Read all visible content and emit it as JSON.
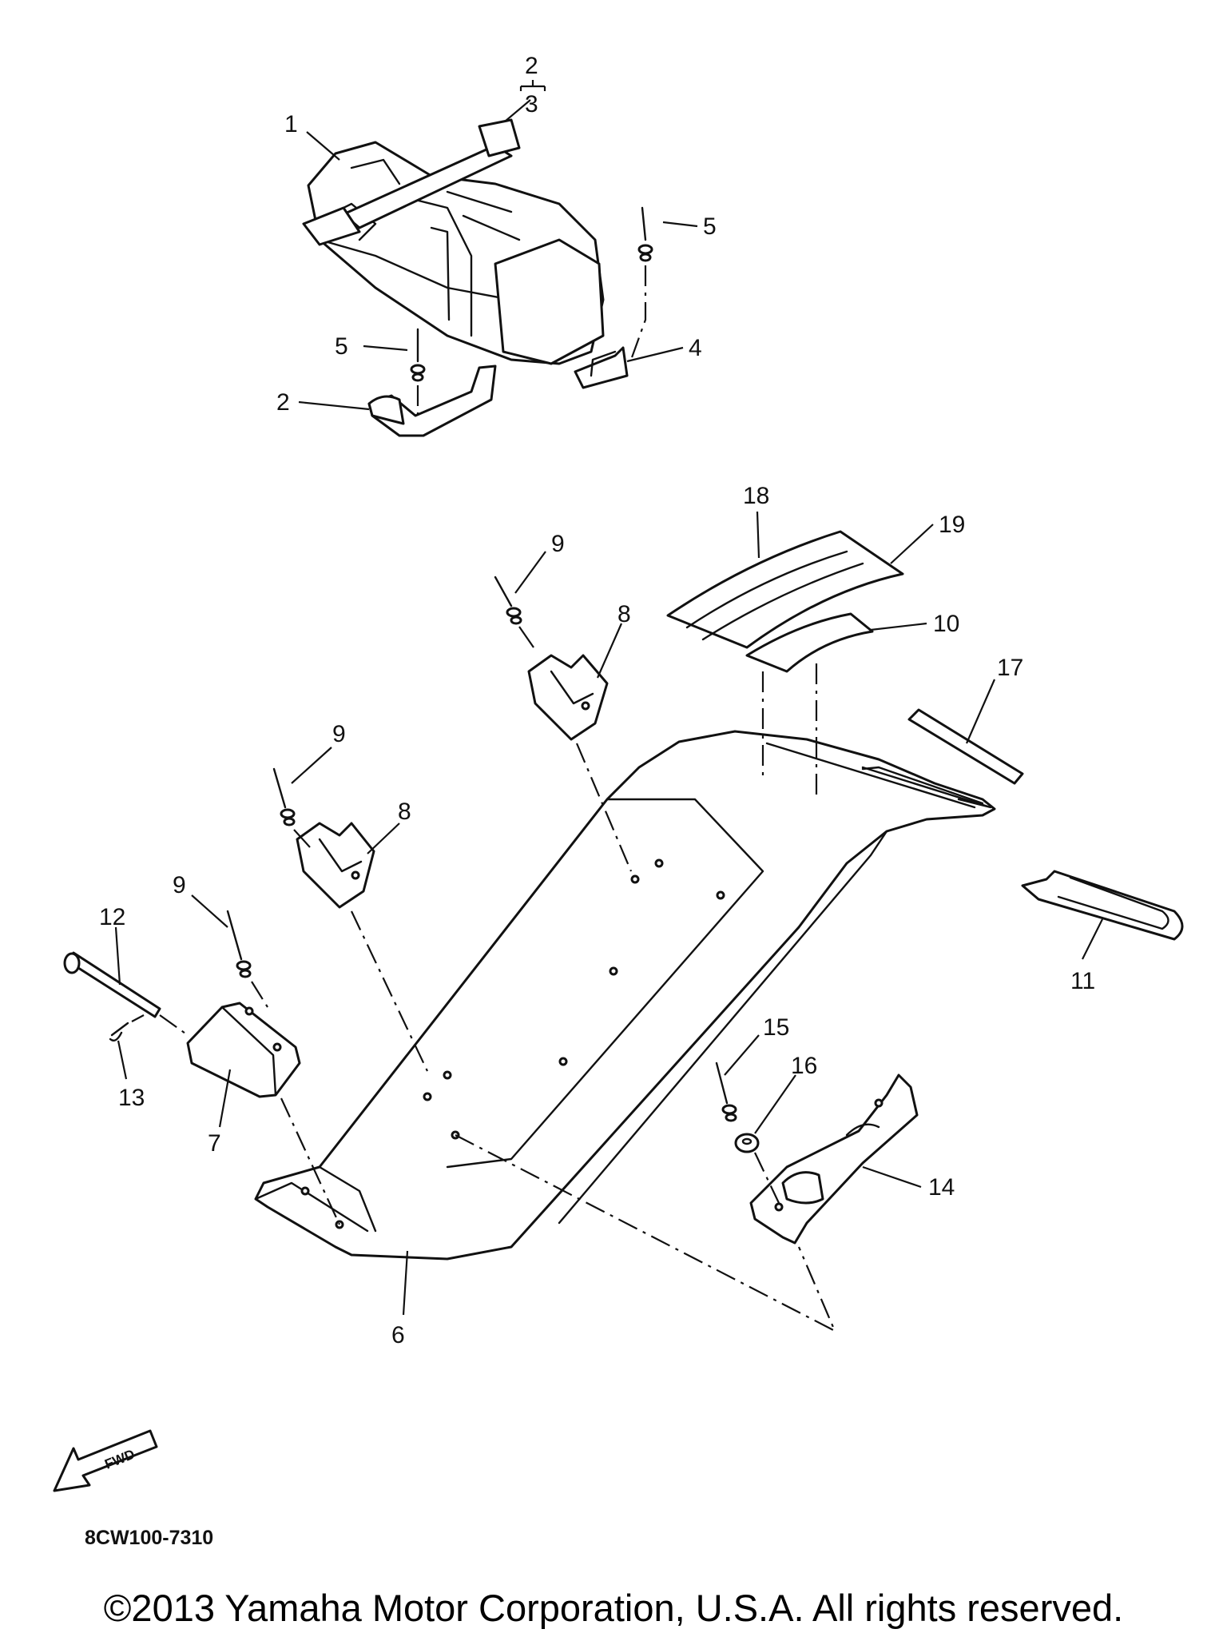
{
  "diagram": {
    "callouts": [
      {
        "id": "c1",
        "text": "1"
      },
      {
        "id": "c2a",
        "text": "2"
      },
      {
        "id": "c3",
        "text": "3"
      },
      {
        "id": "c5a",
        "text": "5"
      },
      {
        "id": "c5b",
        "text": "5"
      },
      {
        "id": "c4",
        "text": "4"
      },
      {
        "id": "c2b",
        "text": "2"
      },
      {
        "id": "c18",
        "text": "18"
      },
      {
        "id": "c19",
        "text": "19"
      },
      {
        "id": "c10",
        "text": "10"
      },
      {
        "id": "c17",
        "text": "17"
      },
      {
        "id": "c9a",
        "text": "9"
      },
      {
        "id": "c8a",
        "text": "8"
      },
      {
        "id": "c9b",
        "text": "9"
      },
      {
        "id": "c8b",
        "text": "8"
      },
      {
        "id": "c9c",
        "text": "9"
      },
      {
        "id": "c12",
        "text": "12"
      },
      {
        "id": "c13",
        "text": "13"
      },
      {
        "id": "c7",
        "text": "7"
      },
      {
        "id": "c11",
        "text": "11"
      },
      {
        "id": "c15",
        "text": "15"
      },
      {
        "id": "c16",
        "text": "16"
      },
      {
        "id": "c14",
        "text": "14"
      },
      {
        "id": "c6",
        "text": "6"
      }
    ],
    "fwd_label": "FWD",
    "diagram_code": "8CW100-7310"
  },
  "footer": {
    "copyright": "©2013 Yamaha Motor Corporation, U.S.A. All rights reserved."
  }
}
